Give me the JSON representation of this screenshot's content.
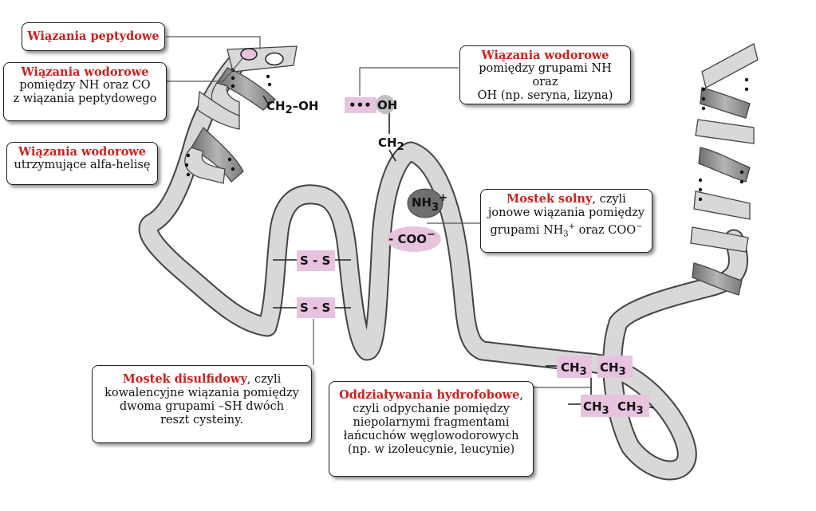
{
  "labels": {
    "peptide_bonds": {
      "title": "Wiązania peptydowe"
    },
    "hbond_backbone": {
      "title": "Wiązania wodorowe",
      "line1": "pomiędzy NH oraz CO",
      "line2": "z wiązania peptydowego"
    },
    "hbond_helix": {
      "title": "Wiązania wodorowe",
      "line1": "utrzymujące alfa-helisę"
    },
    "hbond_sidechain": {
      "title": "Wiązania wodorowe",
      "line1": "pomiędzy grupami NH oraz",
      "line2": "OH (np. seryna, lizyna)"
    },
    "salt_bridge": {
      "title": "Mostek solny",
      "rest1": ", czyli",
      "line2": "jonowe wiązania pomiędzy",
      "line3a": "grupami NH",
      "sub3": "3",
      "sup_plus": "+",
      "line3b": " oraz COO",
      "sup_minus": "−"
    },
    "disulfide": {
      "title": "Mostek disulfidowy",
      "rest1": ", czyli",
      "line2": "kowalencyjne wiązania pomiędzy",
      "line3": "dwoma grupami –SH dwóch",
      "line4": "reszt cysteiny."
    },
    "hydrophobic": {
      "title": "Oddziaływania hydrofobowe",
      "rest1": ",",
      "line2": "czyli odpychanie pomiędzy",
      "line3": "niepolarnymi fragmentami",
      "line4": "łańcuchów węglowodorowych",
      "line5": "(np. w izoleucynie, leucynie)"
    }
  },
  "chem": {
    "ch2oh_a": "CH",
    "ch2oh_sub": "2",
    "ch2oh_b": "–OH",
    "hbond_dots": "•••",
    "oh": "OH",
    "ch2_a": "CH",
    "ch2_sub": "2",
    "nh3_a": "NH",
    "nh3_sub": "3",
    "nh3_sup": "+",
    "coo": "- COO",
    "coo_sup": "−",
    "ss_top": "S - S",
    "ss_bottom": "S - S",
    "ch3_a": "CH",
    "ch3_sub": "3"
  },
  "colors": {
    "ribbon": "#d8d8d8",
    "ribbon_dark": "#8a8a8a",
    "highlight": "#e7c3df",
    "label_red": "#cc1f1f",
    "nh3_fill": "#6f6f6f"
  }
}
